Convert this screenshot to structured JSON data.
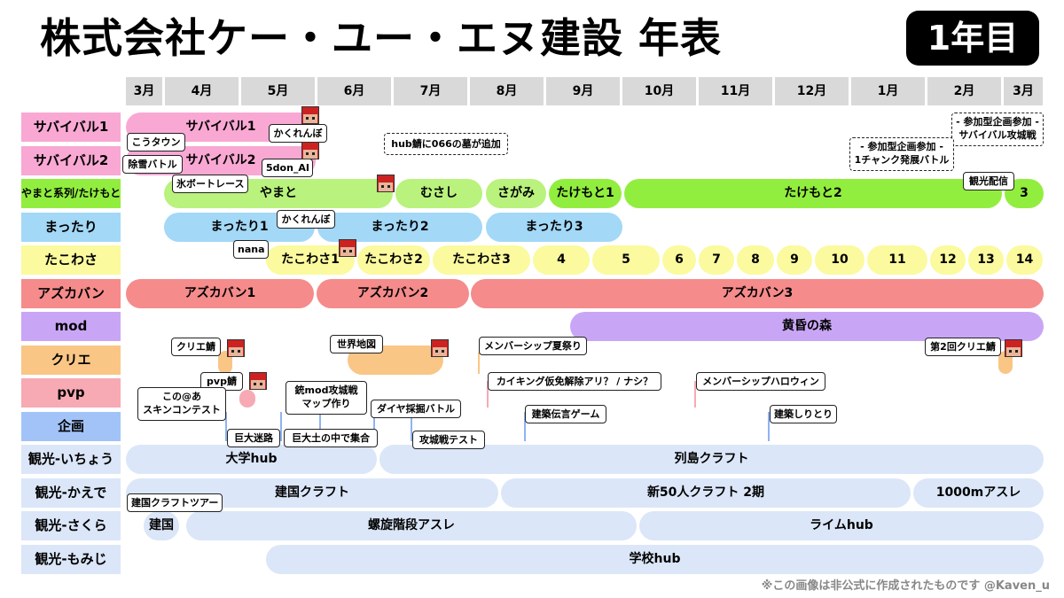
{
  "title": "株式会社ケー・ユー・エヌ建設 年表",
  "badge": "1年目",
  "months": [
    "3月",
    "4月",
    "5月",
    "6月",
    "7月",
    "8月",
    "9月",
    "10月",
    "11月",
    "12月",
    "1月",
    "2月",
    "3月"
  ],
  "rows": [
    "サバイバル1",
    "サバイバル2",
    "やまと系列/たけもと",
    "まったり",
    "たこわさ",
    "アズカバン",
    "mod",
    "クリエ",
    "pvp",
    "企画",
    "観光-いちょう",
    "観光-かえで",
    "観光-さくら",
    "観光-もみじ"
  ],
  "bars": {
    "survival1": "サバイバル1",
    "survival2": "サバイバル2",
    "yamato": "やまと",
    "musashi": "むさし",
    "sagami": "さがみ",
    "takemoto1": "たけもと1",
    "takemoto2": "たけもと2",
    "takemoto3": "3",
    "mattari1": "まったり1",
    "mattari2": "まったり2",
    "mattari3": "まったり3",
    "tako": [
      "たこわさ1",
      "たこわさ2",
      "たこわさ3",
      "4",
      "5",
      "6",
      "7",
      "8",
      "9",
      "10",
      "11",
      "12",
      "13",
      "14"
    ],
    "azkaban1": "アズカバン1",
    "azkaban2": "アズカバン2",
    "azkaban3": "アズカバン3",
    "mod_forest": "黄昏の森",
    "daigaku_hub": "大学hub",
    "rettou": "列島クラフト",
    "kenkoku_craft": "建国クラフト",
    "shin50": "新50人クラフト 2期",
    "asure1000": "1000mアスレ",
    "kenkoku": "建国",
    "rasen": "螺旋階段アスレ",
    "lime_hub": "ライムhub",
    "gakkou_hub": "学校hub"
  },
  "tags": {
    "korataun": "こうタウン",
    "josetsu": "除雪バトル",
    "kakurenbo1": "かくれんぼ",
    "don5": "5don_AI",
    "hub_saba": "hub鯖に066の墓が追加",
    "sanka1a": "- 参加型企画参加 -",
    "sanka1b": "サバイバル攻城戦",
    "sanka2a": "- 参加型企画参加 -",
    "sanka2b": "1チャンク発展バトル",
    "koori": "氷ボートレース",
    "kanko": "観光配信",
    "kakurenbo2": "かくれんぼ",
    "nana": "nana",
    "kurie_saba": "クリエ鯖",
    "sekai_chizu": "世界地図",
    "member_summer": "メンバーシップ夏祭り",
    "dai2_kurie": "第2回クリエ鯖",
    "pvp_saba": "pvp鯖",
    "kaiking": "カイキング仮免解除アリ？ / ナシ？",
    "member_halloween": "メンバーシップハロウィン",
    "skin_a": "この@あ",
    "skin_b": "スキンコンテスト",
    "mod_koujou_a": "銃mod攻城戦",
    "mod_koujou_b": "マップ作り",
    "diamond": "ダイヤ採掘バトル",
    "kenchiku_dengon": "建築伝言ゲーム",
    "kenchiku_shiritori": "建築しりとり",
    "kyodai_meiro": "巨大迷路",
    "kyodai_tsuchi": "巨大土の中で集合",
    "koujousen_test": "攻城戦テスト",
    "kenkoku_tour": "建国クラフトツアー"
  },
  "footer": "※この画像は非公式に作成されたものです @Kaven_u",
  "colors": {
    "survival": "#f9a8d4",
    "yamato": "#b9f27c",
    "takemoto": "#92ee3e",
    "mattari": "#a3d8f7",
    "tako": "#fbfa9e",
    "azkaban": "#f58b8b",
    "mod": "#c9a6f5",
    "kurie": "#f9c686",
    "pvp": "#f7aab4",
    "kikaku": "#a2c3f7",
    "kanko": "#dbe6f8"
  }
}
